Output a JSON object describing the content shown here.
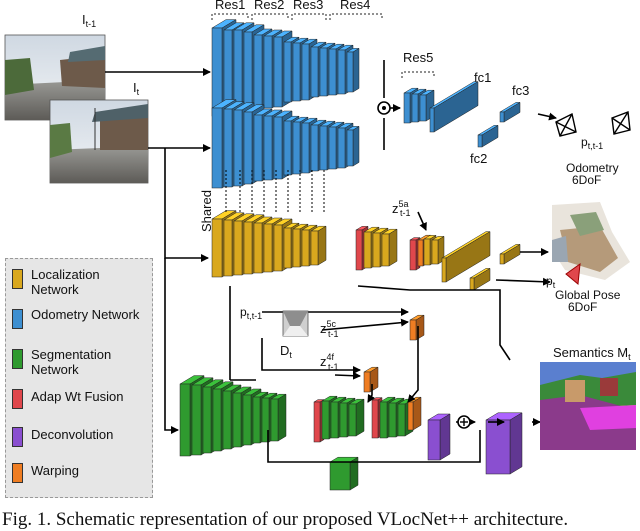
{
  "inputs": {
    "prev_frame": {
      "label_main": "I",
      "label_sub": "t-1"
    },
    "curr_frame": {
      "label_main": "I",
      "label_sub": "t"
    }
  },
  "stage_labels": {
    "res1": "Res1",
    "res2": "Res2",
    "res3": "Res3",
    "res4": "Res4",
    "res5": "Res5",
    "fc1": "fc1",
    "fc2": "fc2",
    "fc3": "fc3",
    "shared": "Shared"
  },
  "odometry_output": {
    "pose_main": "p",
    "pose_sub": "t,t-1",
    "title": "Odometry",
    "subtitle": "6DoF"
  },
  "global_pose_output": {
    "pose_main": "p",
    "pose_sub": "t",
    "title": "Global Pose",
    "subtitle": "6DoF"
  },
  "semantics_output": {
    "title": "Semantics  M",
    "title_sub": "t"
  },
  "warp_inputs": {
    "p_main": "p",
    "p_sub": "t,t-1",
    "depth_main": "D",
    "depth_sub": "t",
    "z5a_main": "z",
    "z5a_sup": "5a",
    "z5a_sub": "t-1",
    "z5c_main": "z",
    "z5c_sup": "5c",
    "z5c_sub": "t-1",
    "z4f_main": "z",
    "z4f_sup": "4f",
    "z4f_sub": "t-1"
  },
  "legend": [
    {
      "label": "Localization Network",
      "color": "#d9a81e"
    },
    {
      "label": "Odometry Network",
      "color": "#3d8fd1"
    },
    {
      "label": "Segmentation Network",
      "color": "#2f9a2f"
    },
    {
      "label": "Adap Wt Fusion",
      "color": "#e0474c"
    },
    {
      "label": "Deconvolution",
      "color": "#8a4fd0"
    },
    {
      "label": "Warping",
      "color": "#ef7d22"
    }
  ],
  "caption": "Fig. 1.    Schematic representation of our proposed VLocNet++ architecture."
}
